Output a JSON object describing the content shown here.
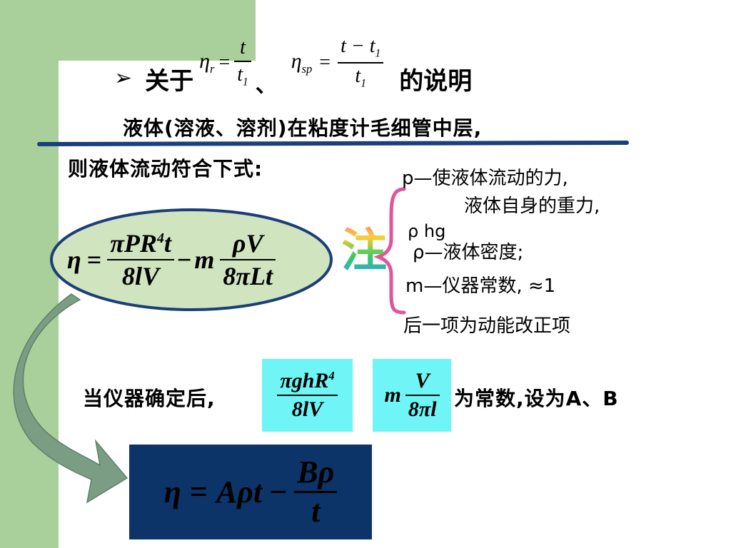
{
  "heading": {
    "bullet": "➢",
    "prefix": "关于",
    "eta_r": "η",
    "sub_r": "r",
    "eq": "=",
    "frac1_num": "t",
    "frac1_den": "t",
    "frac1_den_sub": "1",
    "sep": "、",
    "eta_sp": "η",
    "sub_sp": "sp",
    "frac2_num": "t − t",
    "frac2_num_sub": "1",
    "frac2_den": "t",
    "frac2_den_sub": "1",
    "suffix": "的说明"
  },
  "body": {
    "line1": "液体(溶液、溶剂)在粘度计毛细管中层,",
    "line2": "则液体流动符合下式:"
  },
  "main_formula": {
    "lhs": "η",
    "eq": "=",
    "t1_num": "πPR",
    "t1_num_sup": "4",
    "t1_num_tail": "t",
    "t1_den": "8lV",
    "minus": "−",
    "m": "m",
    "t2_num": "ρV",
    "t2_den": "8πLt"
  },
  "note": {
    "symbol": "注",
    "p_line": "p—使液体流动的力,",
    "p_line2": "液体自身的重力,",
    "rho_hg": "ρ hg",
    "rho_line": "ρ—液体密度;",
    "m_line": "m—仪器常数, ≈1",
    "last_line": "后一项为动能改正项"
  },
  "constants": {
    "label": "当仪器确定后,",
    "a_num": "πghR",
    "a_num_sup": "4",
    "a_den": "8lV",
    "b_m": "m",
    "b_num": "V",
    "b_den": "8πl",
    "tail": "为常数,设为A、B"
  },
  "final_formula": {
    "lhs": "η",
    "eq": "=",
    "rhs1": "Aρt",
    "minus": "−",
    "num": "Bρ",
    "den": "t"
  },
  "colors": {
    "left_band": "#a9cf9a",
    "rule": "#1a3f7a",
    "ellipse_fill": "#cfe4bf",
    "ellipse_stroke": "#1c3e78",
    "brace": "#e0559b",
    "cyan_box": "#6ff5f5",
    "navy_box": "#0c3468",
    "arrow_fill": "#7a9d84"
  }
}
